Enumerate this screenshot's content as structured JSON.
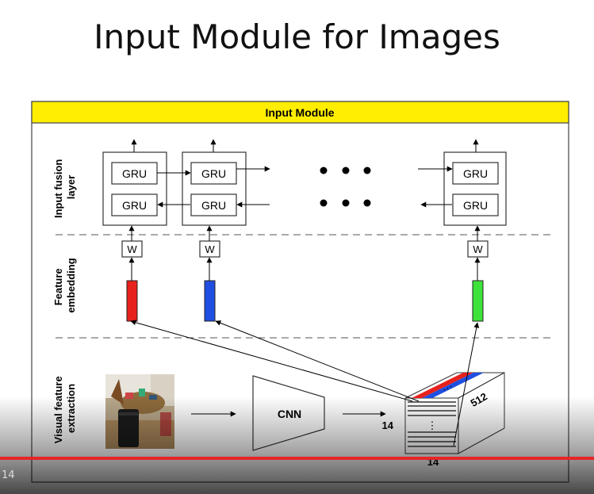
{
  "slide": {
    "title": "Input Module for Images"
  },
  "diagram": {
    "header": "Input Module",
    "sections": {
      "fusion": [
        "Input fusion",
        "layer"
      ],
      "embedding": [
        "Feature",
        "embedding"
      ],
      "extraction": [
        "Visual feature",
        "extraction"
      ]
    },
    "gru_label": "GRU",
    "w_label": "W",
    "cnn_label": "CNN",
    "dims": {
      "width": "14",
      "height": "14",
      "depth": "512"
    },
    "colors": {
      "header": "#ffee00",
      "vector_1": "#e8211c",
      "vector_2": "#1f4fe0",
      "vector_3": "#3ee23a"
    }
  },
  "player": {
    "progress_fraction": 1.0,
    "time": "14"
  }
}
